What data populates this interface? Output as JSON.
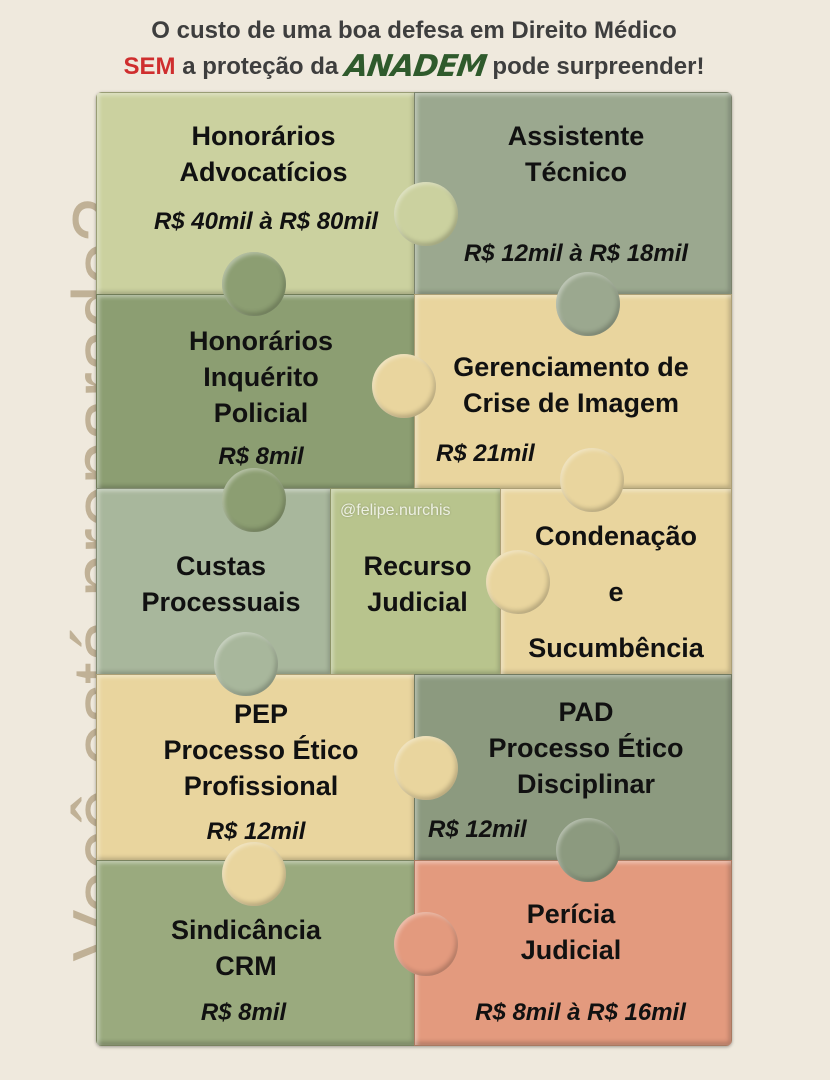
{
  "header": {
    "line1": "O custo de uma boa defesa em Direito Médico",
    "sem": "SEM",
    "line2_mid": "a proteção da",
    "brand": "ANADEM",
    "line2_end": "pode surpreender!"
  },
  "side_text": "Você está preparado?",
  "watermark": "@felipe.nurchis",
  "pieces": {
    "honorarios_advocaticios": {
      "title_1": "Honorários",
      "title_2": "Advocatícios",
      "price": "R$ 40mil à R$ 80mil"
    },
    "assistente_tecnico": {
      "title_1": "Assistente",
      "title_2": "Técnico",
      "price": "R$ 12mil à R$ 18mil"
    },
    "honorarios_inquerito": {
      "title_1": "Honorários",
      "title_2": "Inquérito",
      "title_3": "Policial",
      "price": "R$ 8mil"
    },
    "gerenciamento_crise": {
      "title_1": "Gerenciamento de",
      "title_2": "Crise de Imagem",
      "price": "R$ 21mil"
    },
    "custas_processuais": {
      "title_1": "Custas",
      "title_2": "Processuais"
    },
    "recurso_judicial": {
      "title_1": "Recurso",
      "title_2": "Judicial"
    },
    "condenacao": {
      "title_1": "Condenação",
      "title_2": "e",
      "title_3": "Sucumbência"
    },
    "pep": {
      "title_1": "PEP",
      "title_2": "Processo Ético",
      "title_3": "Profissional",
      "price": "R$ 12mil"
    },
    "pad": {
      "title_1": "PAD",
      "title_2": "Processo Ético",
      "title_3": "Disciplinar",
      "price": "R$ 12mil"
    },
    "sindicancia": {
      "title_1": "Sindicância",
      "title_2": "CRM",
      "price": "R$ 8mil"
    },
    "pericia": {
      "title_1": "Perícia",
      "title_2": "Judicial",
      "price": "R$ 8mil à R$ 16mil"
    }
  }
}
